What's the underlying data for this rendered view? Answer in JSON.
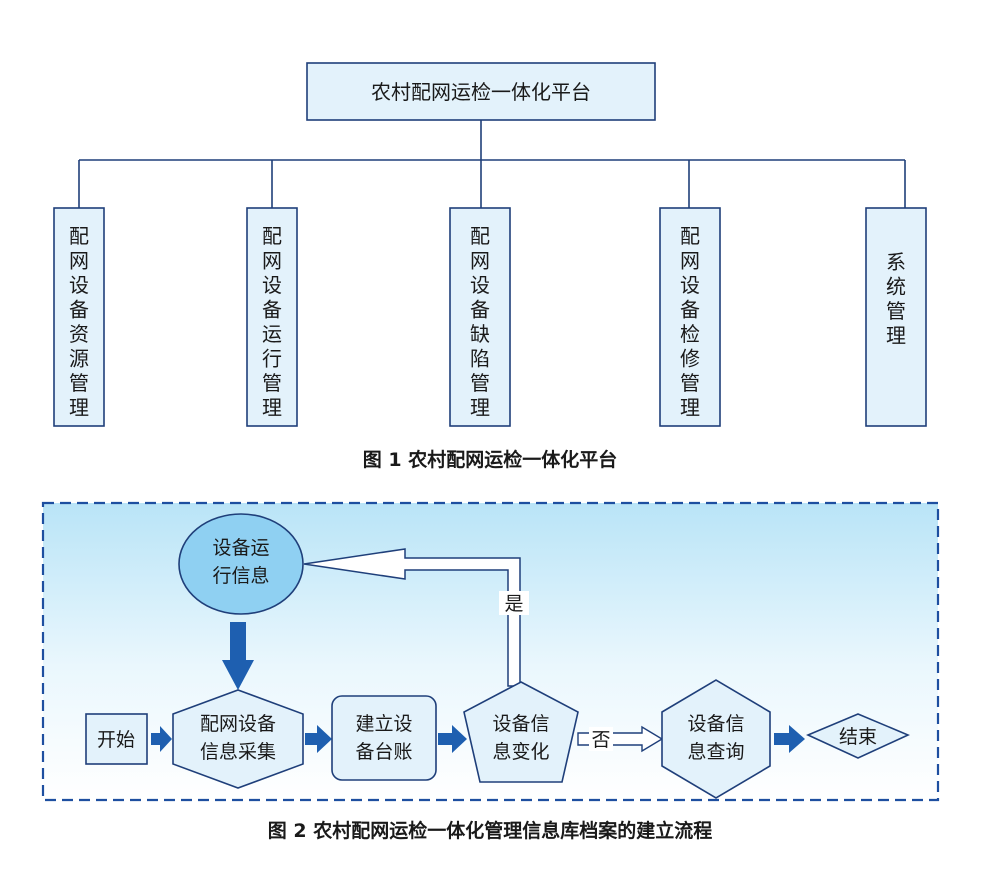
{
  "figure1": {
    "root": "农村配网运检一体化平台",
    "modules": [
      "配网设备资源管理",
      "配网设备运行管理",
      "配网设备缺陷管理",
      "配网设备检修管理",
      "系统管理"
    ],
    "caption": "图 1  农村配网运检一体化平台"
  },
  "figure2": {
    "run_info": [
      "设备运",
      "行信息"
    ],
    "start": "开始",
    "collect": [
      "配网设备",
      "信息采集"
    ],
    "ledger": [
      "建立设",
      "备台账"
    ],
    "change": [
      "设备信",
      "息变化"
    ],
    "query": [
      "设备信",
      "息查询"
    ],
    "end": "结束",
    "yes_label": "是",
    "no_label": "否",
    "caption": "图 2  农村配网运检一体化管理信息库档案的建立流程"
  },
  "colors": {
    "box_fill": "#e3f2fb",
    "line": "#1f3f7a",
    "arrow_fill": "#1e5fb0",
    "oval_fill": "#8fd0f2",
    "dash_border": "#1e4fa0"
  }
}
